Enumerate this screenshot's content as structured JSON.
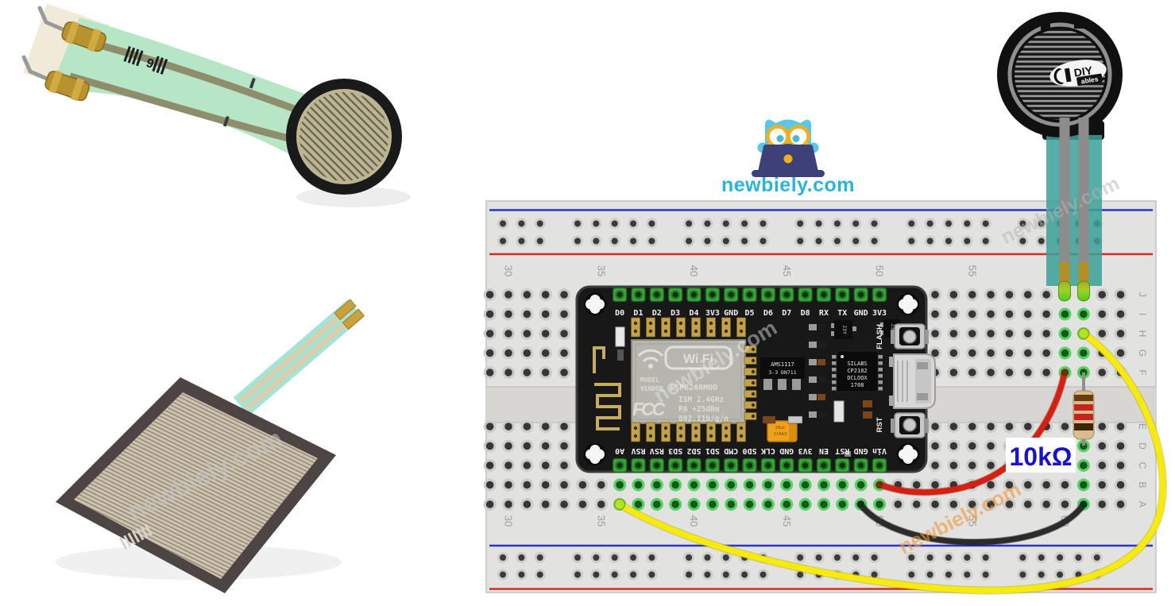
{
  "brand": {
    "site": "newbiely.com",
    "logo_colors": {
      "owl": "#5ac7e8",
      "glasses": "#f2b01e",
      "laptop": "#3d4178",
      "text": "#2cb4d8"
    }
  },
  "watermarks": [
    {
      "text": "newbiely.com",
      "color": "rgba(195,195,195,0.55)"
    },
    {
      "text": "newbiely.com",
      "color": "rgba(235,235,235,0.45)"
    },
    {
      "text": "newbiely.com",
      "color": "rgba(180,180,180,0.50)"
    },
    {
      "text": "newbiely.com",
      "color": "rgba(240,150,55,0.60)"
    }
  ],
  "sensor_markings": {
    "round_fsr_tail": "9"
  },
  "diyables_fsr": {
    "logo_line1": "DIY",
    "logo_line2": "ables"
  },
  "breadboard": {
    "column_numbers": [
      "30",
      "35",
      "40",
      "45",
      "50",
      "55",
      "60"
    ],
    "row_letters": [
      "J",
      "I",
      "H",
      "G",
      "F",
      "E",
      "D",
      "C",
      "B",
      "A"
    ]
  },
  "nodemcu": {
    "top_pins": [
      "D0",
      "D1",
      "D2",
      "D3",
      "D4",
      "3V3",
      "GND",
      "D5",
      "D6",
      "D7",
      "D8",
      "RX",
      "TX",
      "GND",
      "3V3"
    ],
    "bottom_pins": [
      "A0",
      "RSV",
      "RSV",
      "SD3",
      "SD2",
      "SD1",
      "CMD",
      "SD0",
      "CLK",
      "GND",
      "3V3",
      "EN",
      "RST",
      "GND",
      "Vin"
    ],
    "module": {
      "wifi_logo": "Wi Fi",
      "model_label": "MODEL",
      "vendor_label": "VENDOR",
      "module_name": "ESP8266MOD",
      "fcc_logo": "FCC",
      "specs": [
        "ISM 2.4GHz",
        "PA  +25dBm",
        "802.11b/g/n"
      ]
    },
    "regulator": {
      "line1": "AMS1117",
      "line2": "3-3  DN711"
    },
    "usb_chip": {
      "lines": [
        "SILABS",
        "CP2102",
        "DCLOOX",
        "1708"
      ]
    },
    "capacitor": {
      "line1": "10uC",
      "line2": "116A3"
    },
    "transistor_label": "J3Y",
    "buttons": {
      "flash": "FLASH",
      "reset": "RST"
    }
  },
  "circuit": {
    "resistor_label": "10kΩ",
    "resistor_label_color": "#1a12c8",
    "wires": [
      {
        "color_name": "red",
        "hex": "#d42012",
        "from": "NodeMCU Vin column (row B, col 50)",
        "to": "force-sensor left pin column (row F, col 60)"
      },
      {
        "color_name": "black",
        "hex": "#2b2b2b",
        "from": "NodeMCU GND column (row A, col 49)",
        "to": "resistor bottom column (row A, col 61)"
      },
      {
        "color_name": "yellow",
        "hex": "#f6ea0e",
        "from": "NodeMCU A0 column (row A, col 36)",
        "to": "force-sensor right pin column (row H, col 61)"
      }
    ]
  }
}
